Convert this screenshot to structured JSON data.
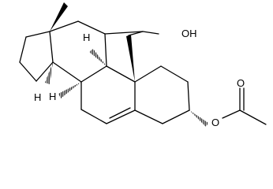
{
  "molecule": {
    "atom_labels": {
      "hydroxyl": "OH",
      "ester_oxygen": "O",
      "carbonyl_oxygen": "O",
      "h_c9": "H",
      "h_c8": "H",
      "h_c14": "H"
    }
  },
  "colors": {
    "ink": "#000000",
    "background": "#ffffff"
  }
}
